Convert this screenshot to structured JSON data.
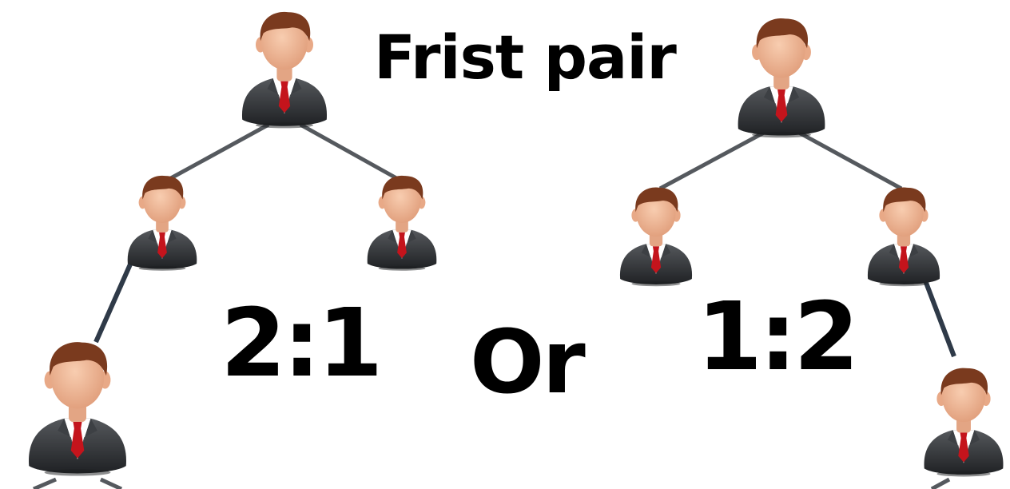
{
  "title": "Frist pair",
  "left_tree": {
    "ratio": "2:1"
  },
  "connector": "Or",
  "right_tree": {
    "ratio": "1:2"
  },
  "colors": {
    "edge_gray": "#55595e",
    "edge_dark": "#2f3a48",
    "suit": "#2b2d30",
    "suit_light": "#4d5054",
    "shirt": "#ffffff",
    "tie": "#c4141c",
    "skin": "#f2b898",
    "hair": "#7a3a1e"
  }
}
